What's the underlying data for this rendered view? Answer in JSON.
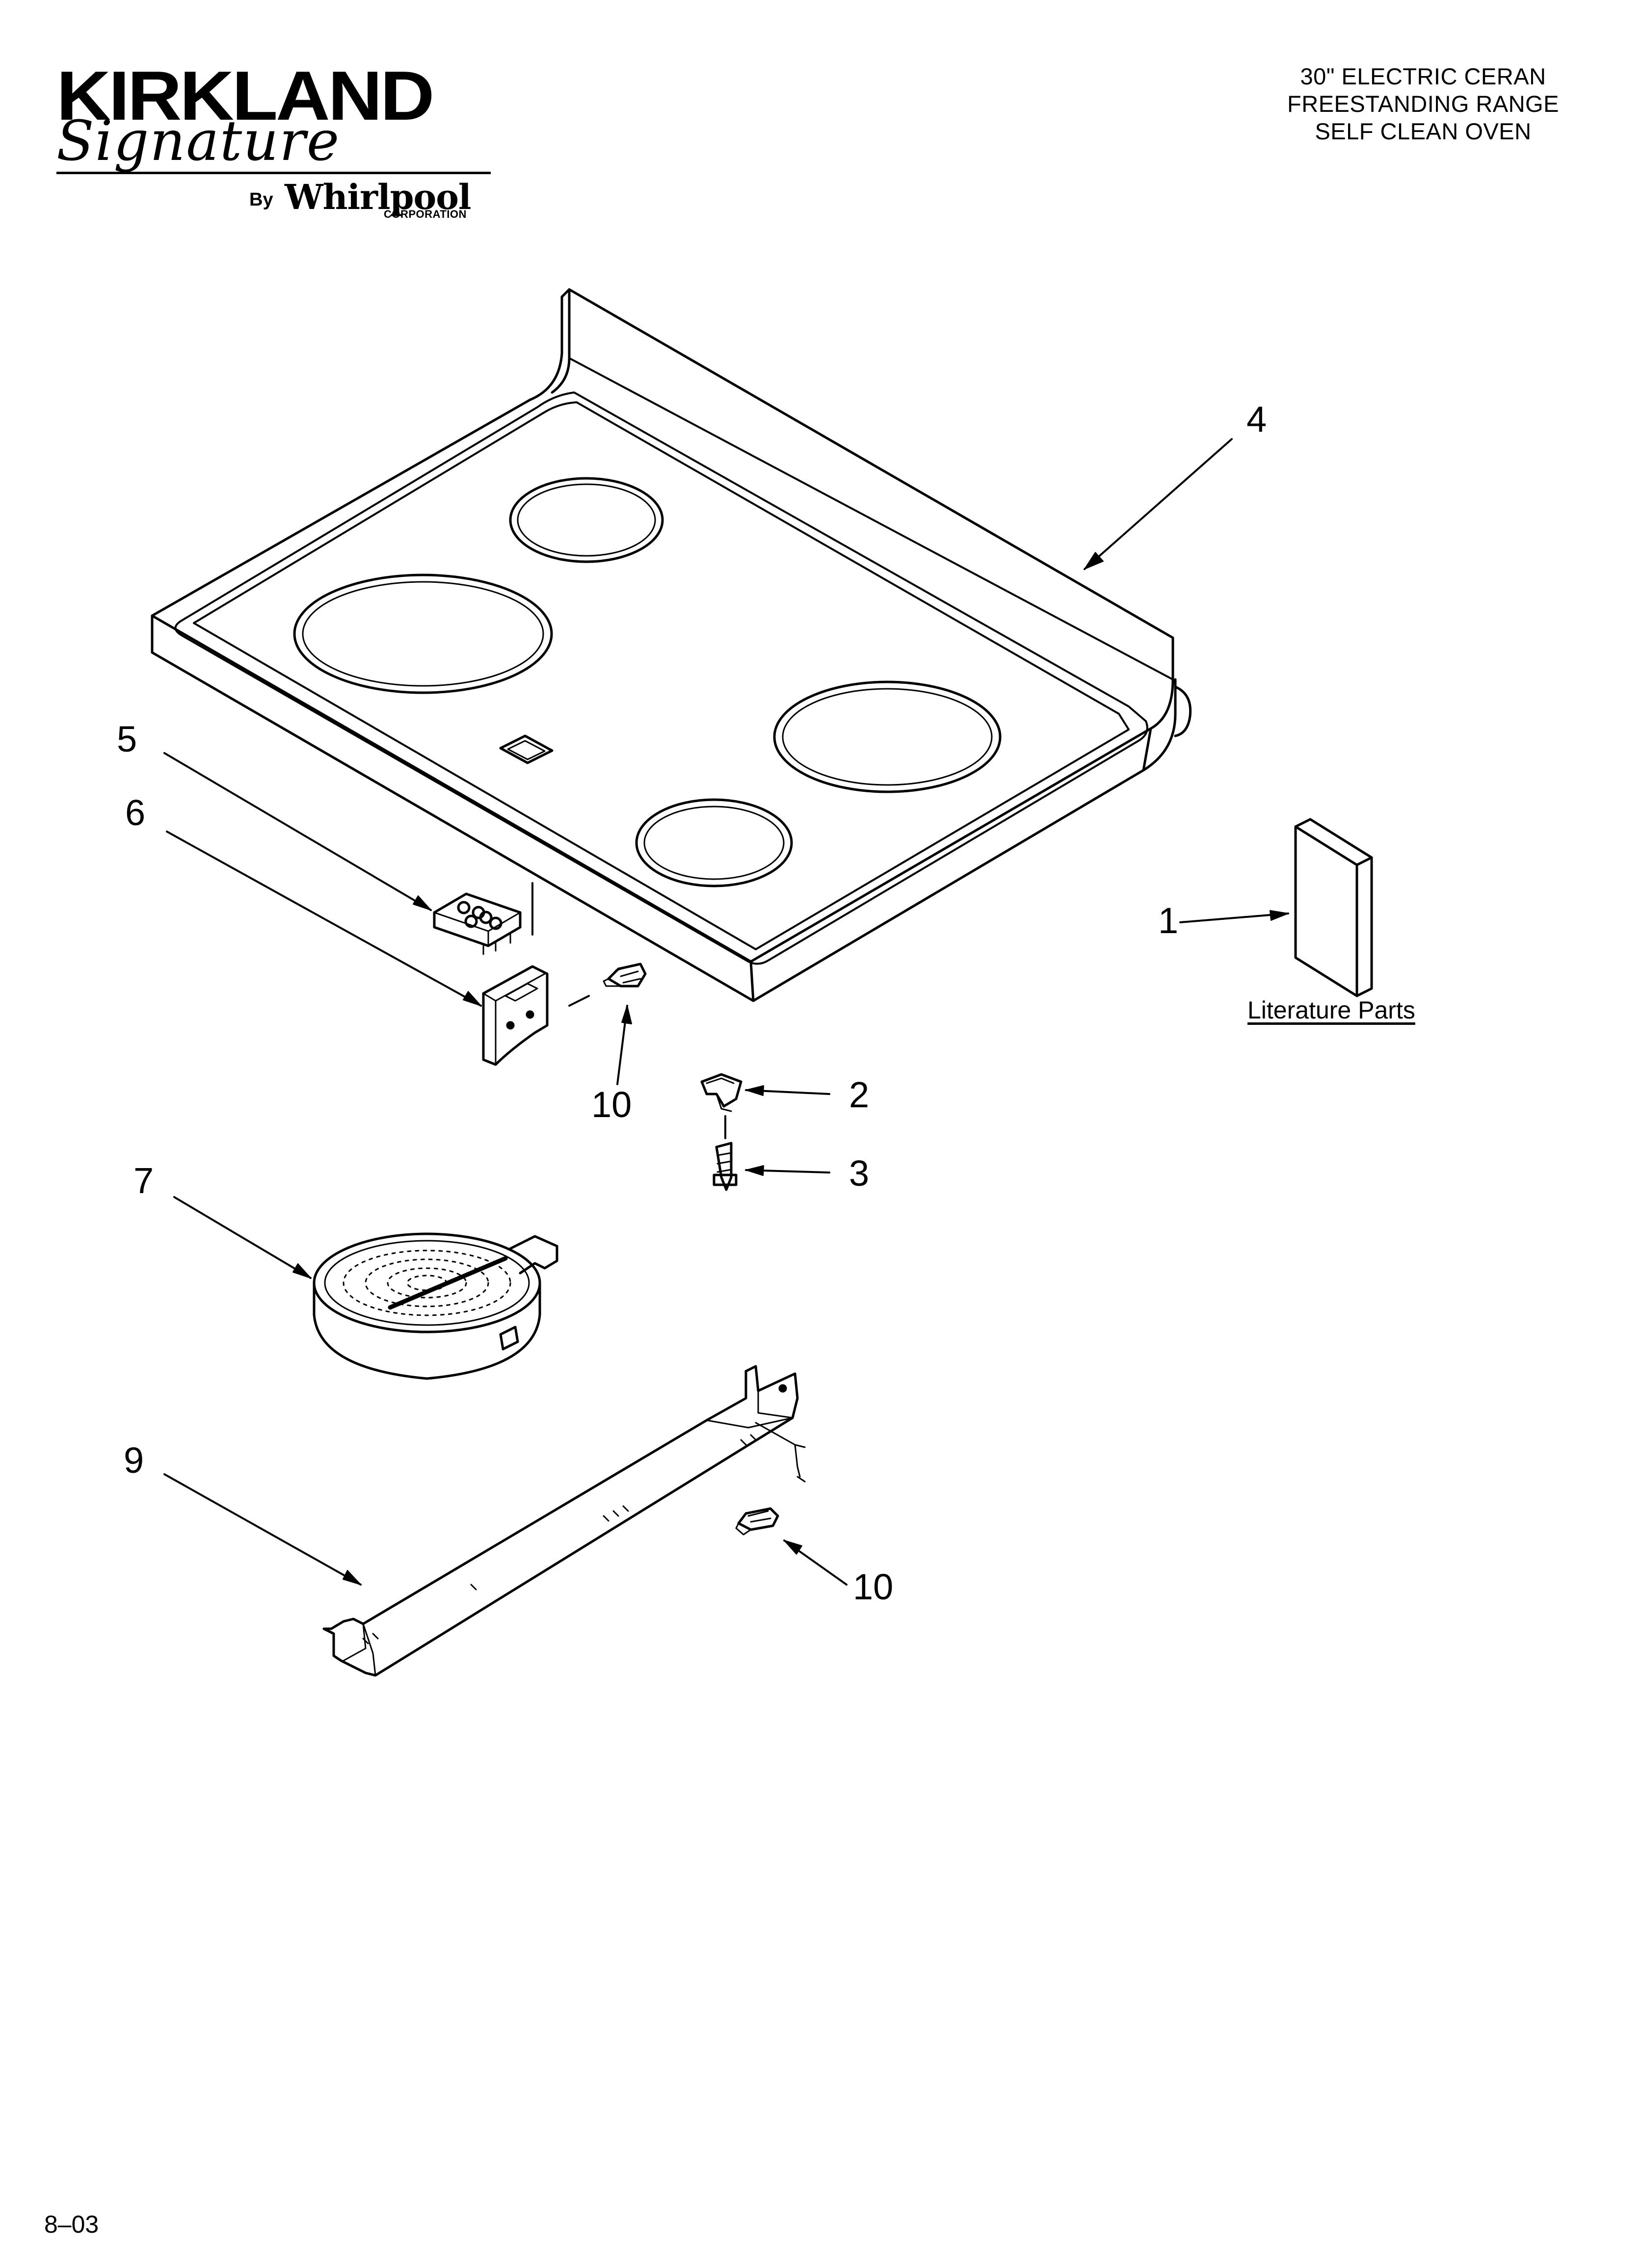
{
  "header": {
    "brand_name": "KIRKLAND",
    "brand_script": "Signature",
    "by_label": "By",
    "manufacturer": "Whirlpool",
    "manufacturer_sub": "CORPORATION",
    "title_lines": [
      "30\" ELECTRIC CERAN",
      "FREESTANDING RANGE",
      "SELF CLEAN OVEN"
    ]
  },
  "callouts": {
    "part_1": "1",
    "part_2": "2",
    "part_3": "3",
    "part_4": "4",
    "part_5": "5",
    "part_6": "6",
    "part_7": "7",
    "part_9": "9",
    "part_10_upper": "10",
    "part_10_lower": "10"
  },
  "literature_label": "Literature Parts",
  "footer": {
    "date_code": "8–03"
  },
  "colors": {
    "line": "#000000",
    "background": "#ffffff"
  }
}
